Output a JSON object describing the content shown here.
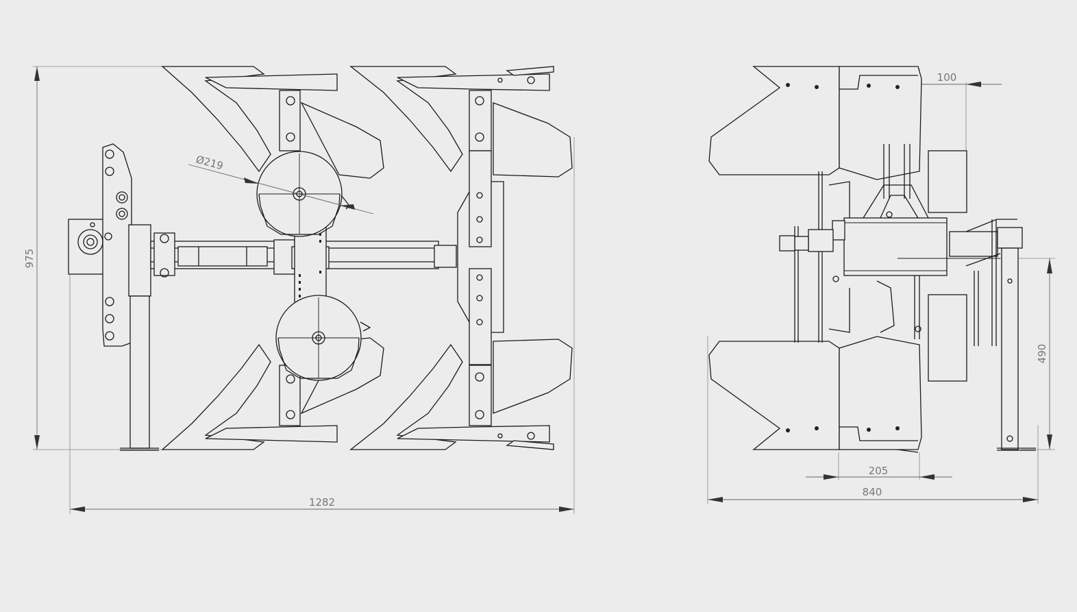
{
  "drawing": {
    "top_view": {
      "overall_width": "1282",
      "overall_height": "975",
      "wheel_diameter": "Ø219"
    },
    "side_view": {
      "overall_width": "840",
      "dim_205": "205",
      "dim_490": "490",
      "dim_100": "100"
    }
  }
}
